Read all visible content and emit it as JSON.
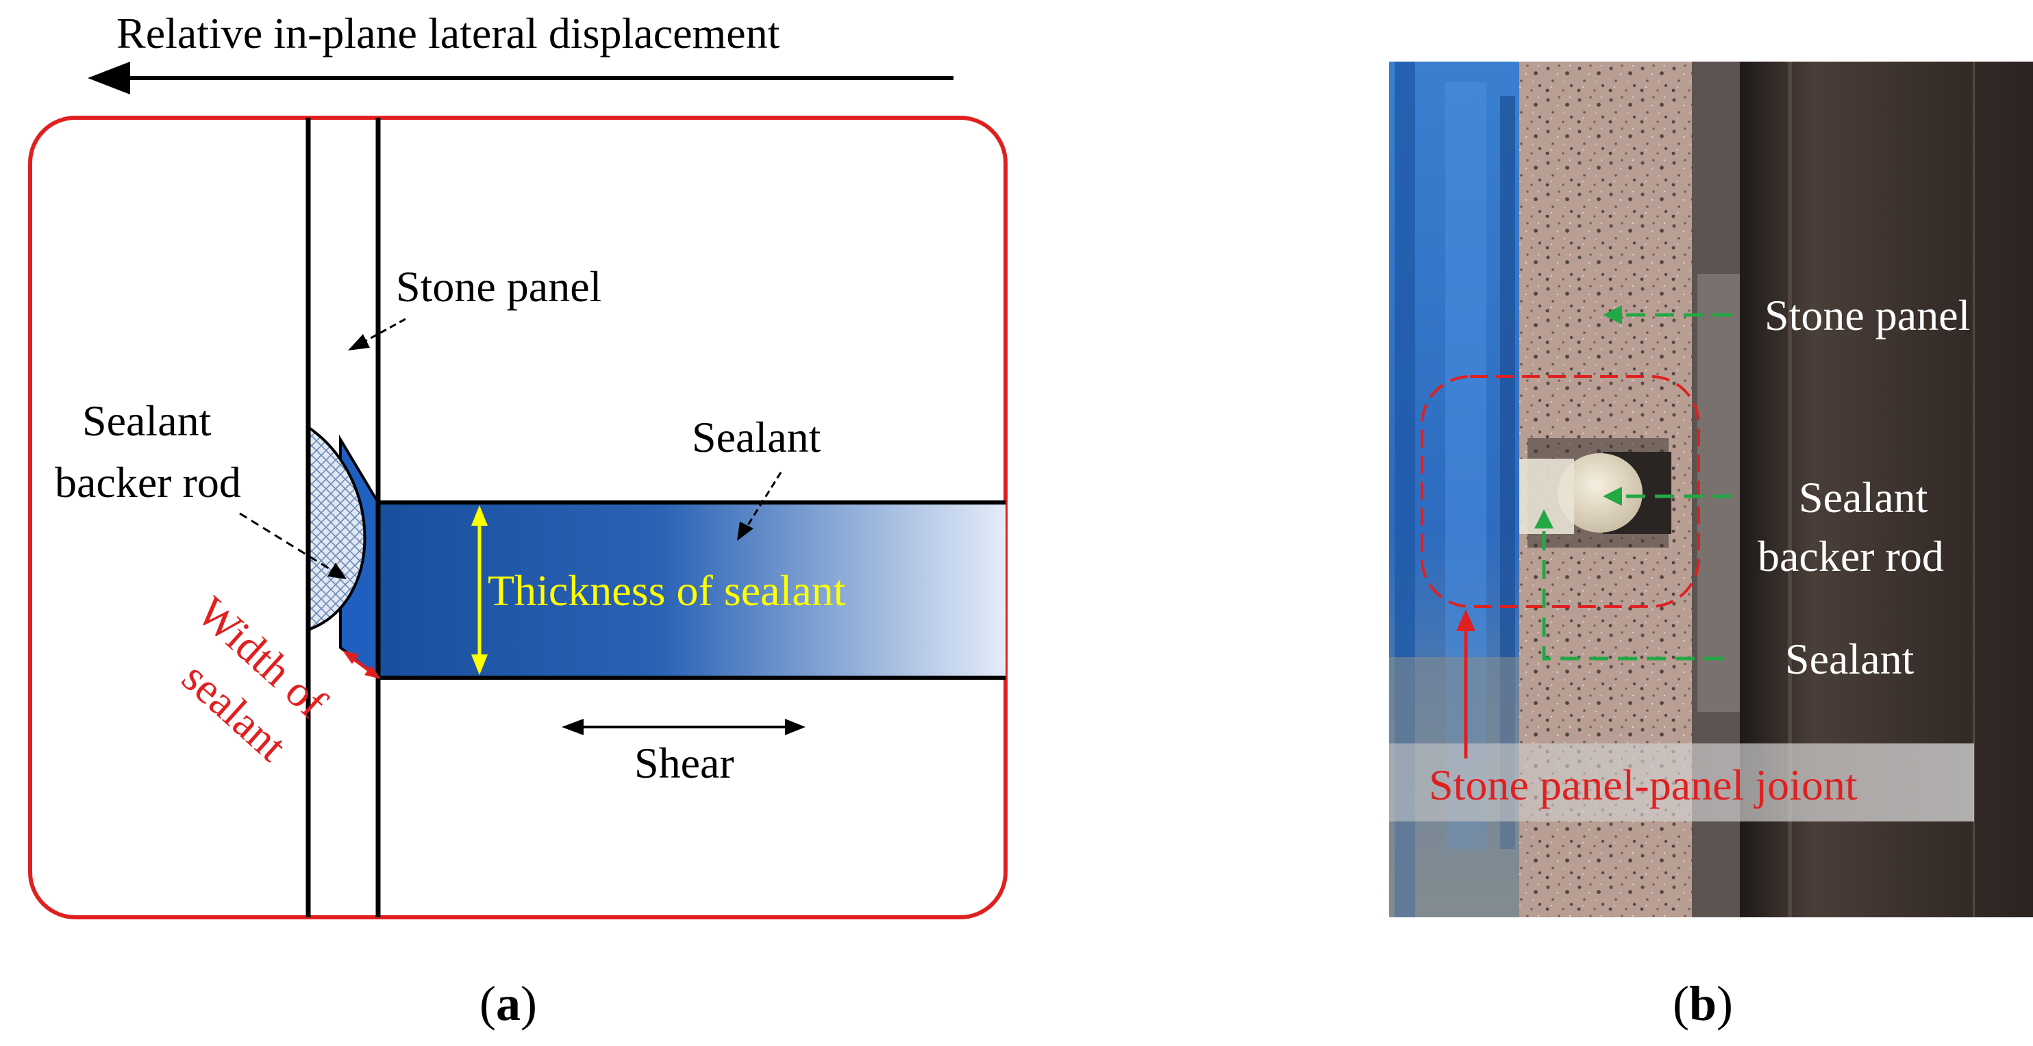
{
  "panel_a": {
    "top_label": "Relative in-plane lateral displacement",
    "stone_panel_label": "Stone panel",
    "backer_rod_label_line1": "Sealant",
    "backer_rod_label_line2": "backer rod",
    "sealant_label": "Sealant",
    "thickness_label": "Thickness of sealant",
    "width_label_line1": "Width of",
    "width_label_line2": "sealant",
    "shear_label": "Shear",
    "caption_open": "(",
    "caption_letter": "a",
    "caption_close": ")"
  },
  "panel_b": {
    "stone_panel_label": "Stone panel",
    "backer_rod_label_line1": "Sealant",
    "backer_rod_label_line2": "backer rod",
    "sealant_label": "Sealant",
    "joint_label": "Stone panel-panel joiont",
    "caption_open": "(",
    "caption_letter": "b",
    "caption_close": ")"
  },
  "colors": {
    "frame_red": "#e02020",
    "sealant_dark": "#1f56a8",
    "sealant_light": "#dde8f6",
    "thickness_yellow": "#ffff00",
    "leader_green": "#22a845",
    "photo_blue": "#2c6fc4",
    "stone_pink": "#b39a92",
    "steel_dark": "#3d3430"
  }
}
